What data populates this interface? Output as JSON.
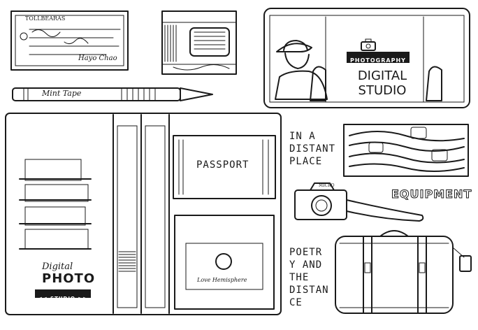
{
  "ticket": {
    "header": "TOLLBEARAS",
    "handwriting": "Hayo Chao"
  },
  "pencil": {
    "handwriting": "Mint Tape"
  },
  "photo_scene": {
    "ribbon_text": "PHOTOGRAPHY",
    "studio_title": "DIGITAL STUDIO"
  },
  "notebook": {
    "logo_digital": "Digital",
    "logo_photo": "PHOTO",
    "logo_studio": "<< STUDIO >>",
    "passport_title": "PASSPORT",
    "stamp_text": "Love Hemisphere"
  },
  "labels": {
    "distant_place": [
      "IN A",
      "DISTANT",
      "PLACE"
    ],
    "equipment": "EQUIPMENT",
    "poetry": [
      "POETR",
      "Y AND",
      "THE",
      "DISTAN",
      "CE"
    ]
  },
  "camera": {
    "brand": "MICRO"
  },
  "colors": {
    "ink": "#1a1a1a",
    "paper": "#ffffff"
  }
}
